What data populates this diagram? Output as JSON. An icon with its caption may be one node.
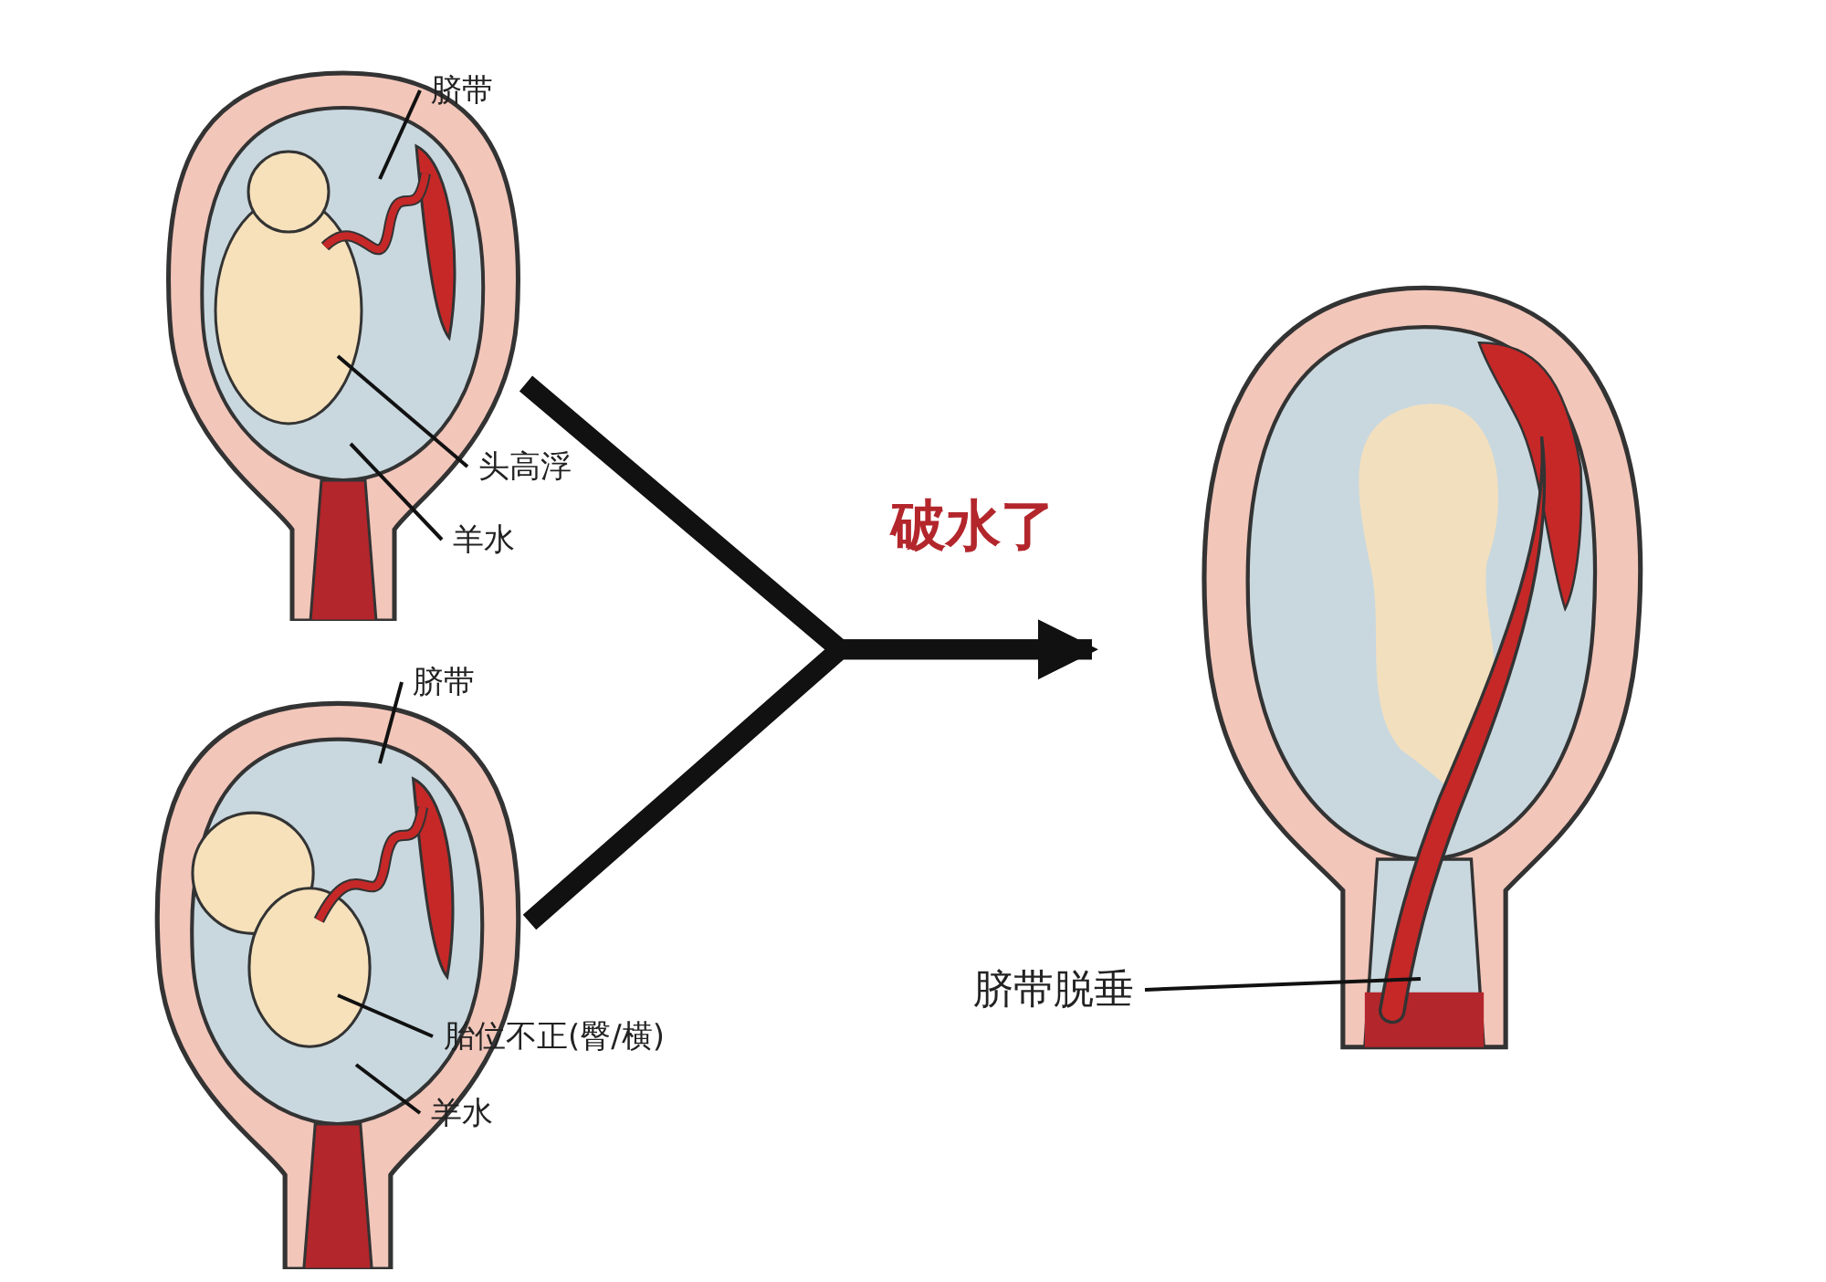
{
  "diagram": {
    "nodes": [
      {
        "text": [],
        "shape": "picture"
      },
      {
        "text": [],
        "shape": "picture"
      },
      {
        "text": [],
        "shape": "picture"
      },
      {
        "text": [
          "脐带"
        ]
      },
      {
        "text": [
          "头高浮"
        ]
      },
      {
        "text": [
          "羊水"
        ]
      },
      {
        "text": [
          "脐带"
        ]
      },
      {
        "text": [
          "胎位不正(臀/横)"
        ]
      },
      {
        "text": [
          "羊水"
        ]
      },
      {
        "text": [
          "脐带脱垂"
        ]
      }
    ],
    "edges": [
      {
        "from": 0,
        "to": 2,
        "arrow": "to",
        "label": "破水了",
        "style": "thick"
      },
      {
        "from": 1,
        "to": 2,
        "arrow": "to",
        "style": "thick"
      },
      {
        "from": 3,
        "to": 0,
        "arrow": "none"
      },
      {
        "from": 4,
        "to": 0,
        "arrow": "none"
      },
      {
        "from": 5,
        "to": 0,
        "arrow": "none"
      },
      {
        "from": 6,
        "to": 1,
        "arrow": "none"
      },
      {
        "from": 7,
        "to": 1,
        "arrow": "none"
      },
      {
        "from": 8,
        "to": 1,
        "arrow": "none"
      },
      {
        "from": 9,
        "to": 2,
        "arrow": "none"
      }
    ]
  }
}
